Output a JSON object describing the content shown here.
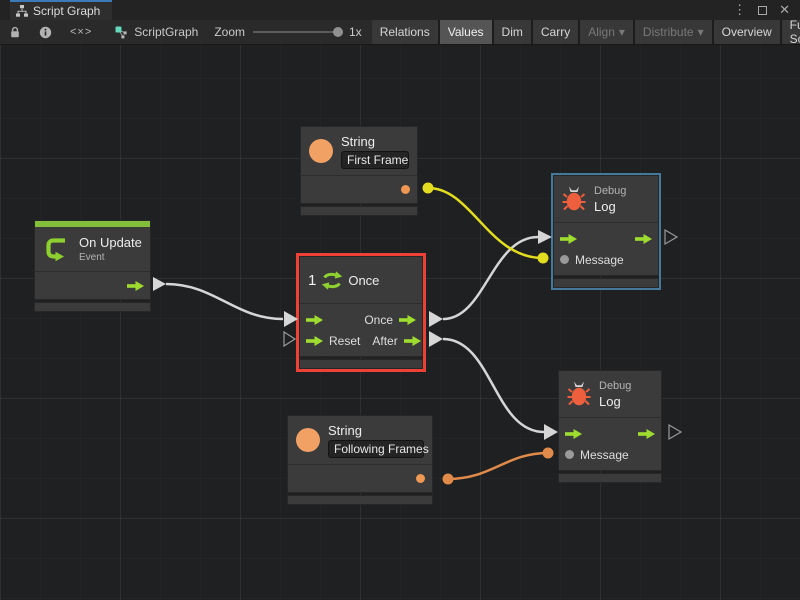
{
  "colors": {
    "selection_red": "#ee4136",
    "connected_blue": "#44799c",
    "flow_green": "#9fdc30",
    "event_green": "#84bf3b",
    "value_orange": "#f2a164",
    "value_dot_orange": "#ef9753",
    "wire_yellow": "#e3dd20",
    "wire_orange": "#e08b4a",
    "wire_white": "#d6d6d6"
  },
  "icons": {
    "menu": "⋮",
    "close": "✕",
    "code": "<×>",
    "dropdown_arrow": "▾"
  },
  "tab_bar": {
    "tab_title": "Script Graph"
  },
  "toolbar": {
    "graph_name": "ScriptGraph",
    "zoom_label": "Zoom",
    "zoom_value": "1x",
    "buttons": [
      {
        "label": "Relations",
        "state": "normal"
      },
      {
        "label": "Values",
        "state": "active"
      },
      {
        "label": "Dim",
        "state": "normal"
      },
      {
        "label": "Carry",
        "state": "normal"
      },
      {
        "label": "Align",
        "state": "disabled",
        "dropdown": true
      },
      {
        "label": "Distribute",
        "state": "disabled",
        "dropdown": true
      },
      {
        "label": "Overview",
        "state": "normal"
      },
      {
        "label": "Full Screen",
        "state": "normal"
      }
    ]
  },
  "graph": {
    "nodes": {
      "string_first_frame": {
        "title": "String",
        "value": "First Frame"
      },
      "on_update": {
        "title": "On Update",
        "subtitle": "Event"
      },
      "once": {
        "badge": "1",
        "title": "Once",
        "ports": {
          "output_once": "Once",
          "input_reset": "Reset",
          "output_after": "After"
        }
      },
      "debug_log_top": {
        "category": "Debug",
        "title": "Log",
        "message_label": "Message"
      },
      "debug_log_bottom": {
        "category": "Debug",
        "title": "Log",
        "message_label": "Message"
      },
      "string_following_frames": {
        "title": "String",
        "value": "Following Frames"
      }
    }
  }
}
